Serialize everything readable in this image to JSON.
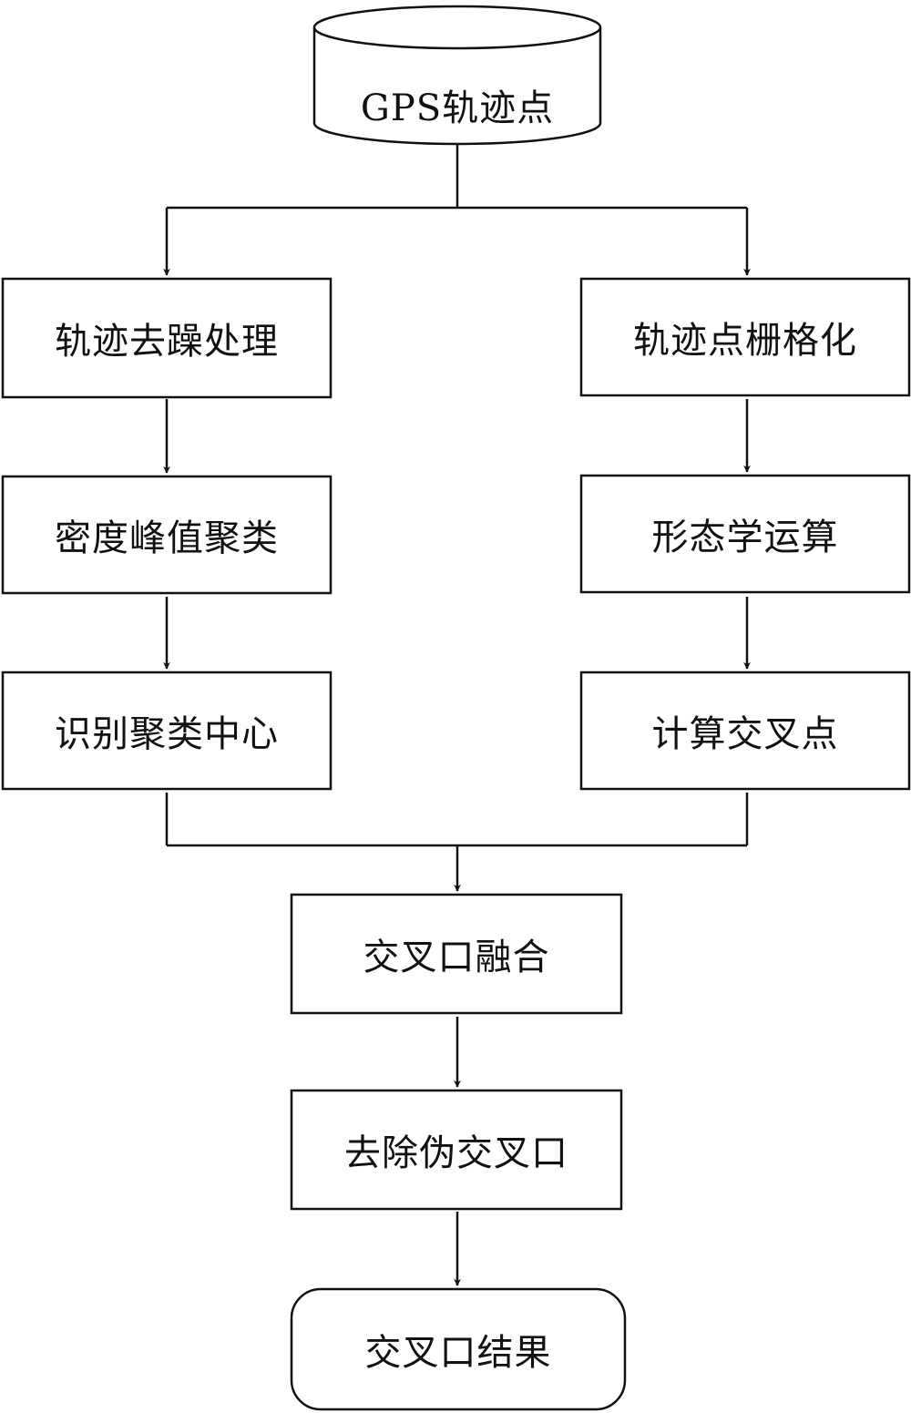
{
  "nodes": {
    "gps": "GPS轨迹点",
    "denoise": "轨迹去躁处理",
    "density": "密度峰值聚类",
    "identify": "识别聚类中心",
    "rasterize": "轨迹点栅格化",
    "morph": "形态学运算",
    "compute": "计算交叉点",
    "fusion": "交叉口融合",
    "remove": "去除伪交叉口",
    "result": "交叉口结果"
  }
}
